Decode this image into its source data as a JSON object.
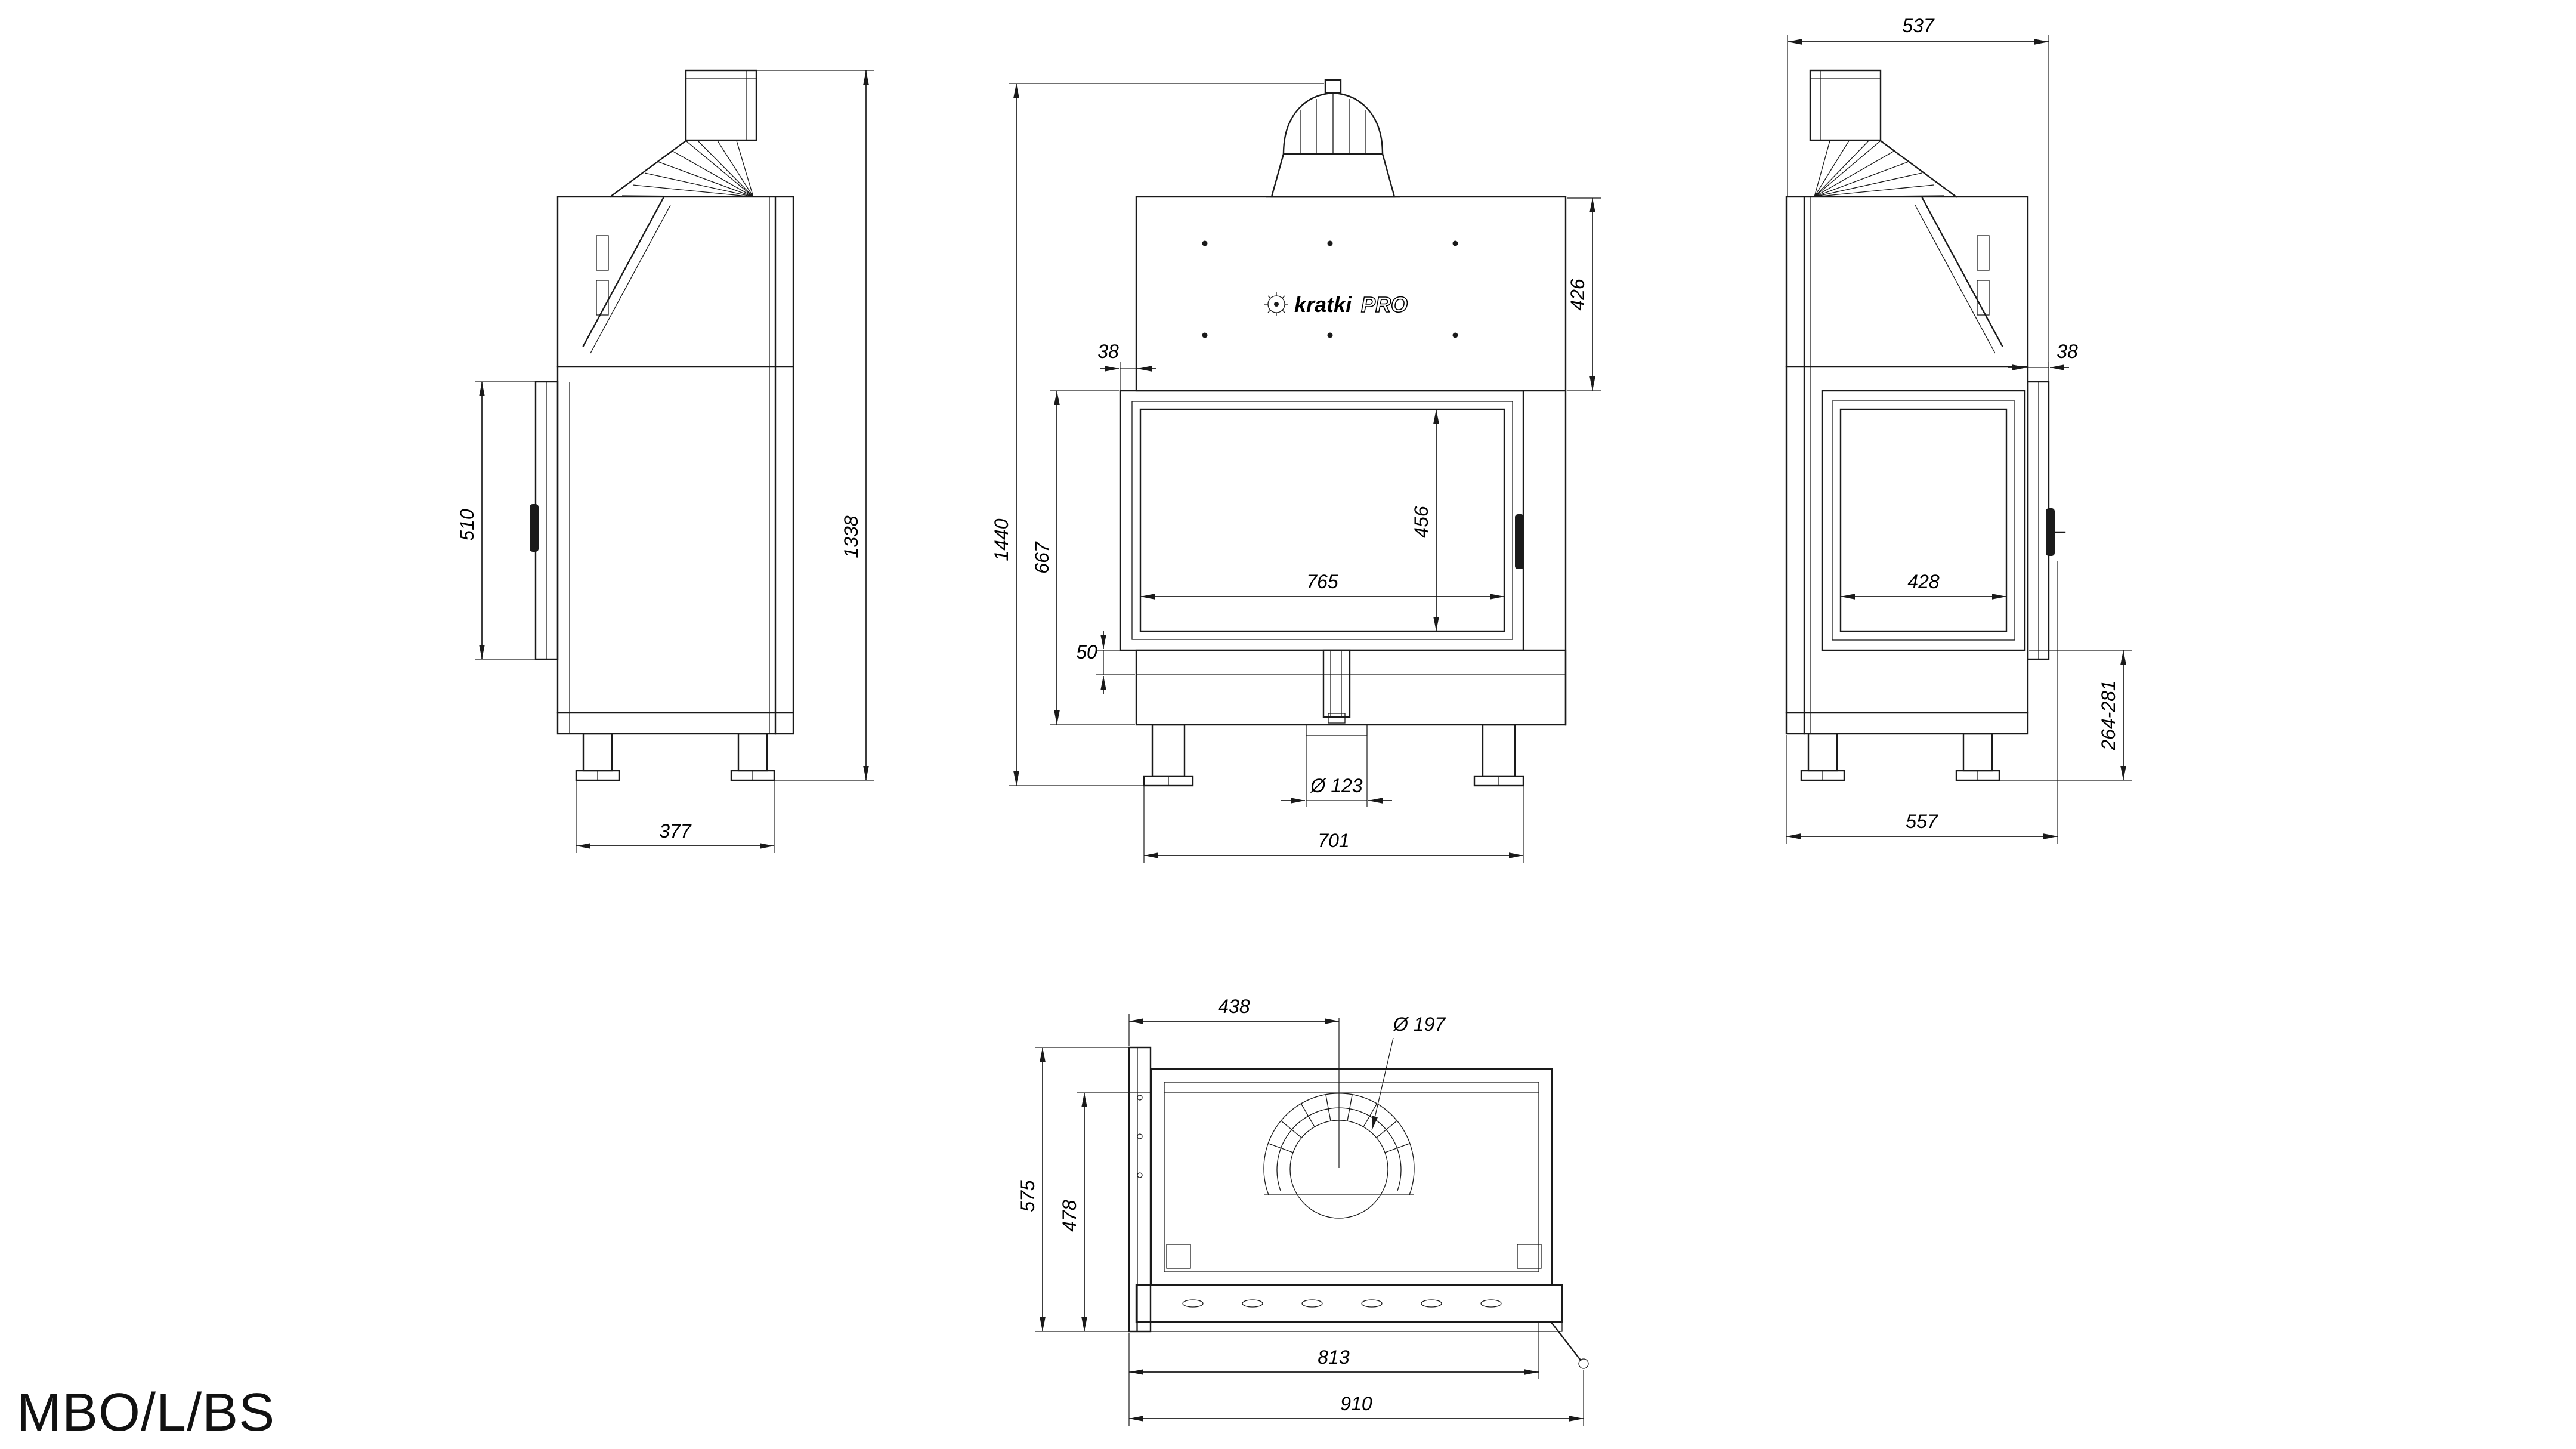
{
  "title": "MBO/L/BS",
  "logo": {
    "brand": "kratki",
    "series": "PRO"
  },
  "dimensions": {
    "side_left": {
      "door_height": "510",
      "total_height": "1338",
      "depth": "377"
    },
    "front": {
      "hood_height": "426",
      "door_offset": "38",
      "firebox_to_floor": "667",
      "total_height": "1440",
      "glass_height": "456",
      "glass_width": "765",
      "plinth": "50",
      "inlet_diameter": "Ø 123",
      "feet_span": "701"
    },
    "side_right": {
      "top_depth": "537",
      "door_offset": "38",
      "side_glass_width": "428",
      "rear_clearance": "264-281",
      "bottom_depth": "557"
    },
    "top": {
      "flue_center_offset": "438",
      "flue_diameter": "Ø 197",
      "total_depth": "575",
      "body_depth": "478",
      "body_width": "813",
      "total_width": "910"
    }
  }
}
